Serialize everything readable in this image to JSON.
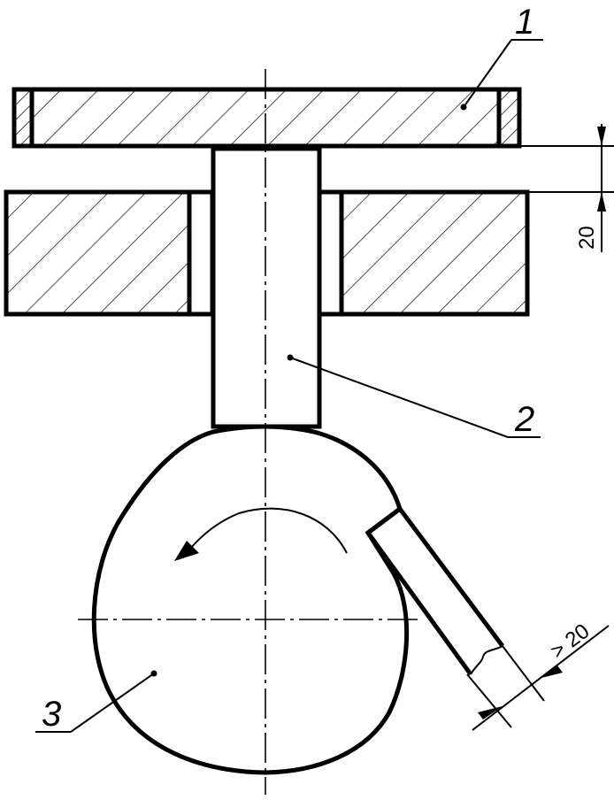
{
  "labels": {
    "part_1": "1",
    "part_2": "2",
    "part_3": "3"
  },
  "dimensions": {
    "gap": "20",
    "min_width": "> 20"
  }
}
